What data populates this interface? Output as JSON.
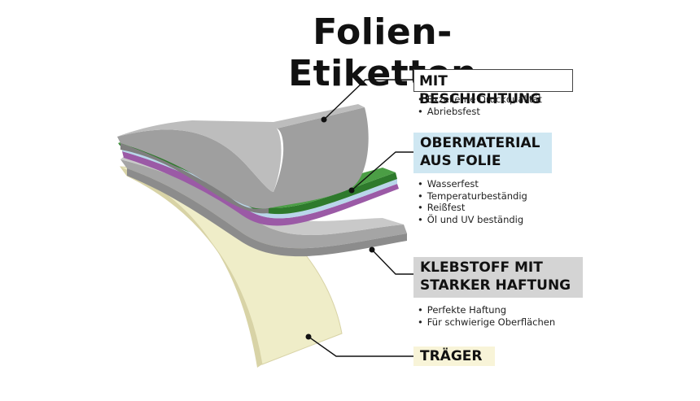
{
  "title": "Folien-Etiketten",
  "layers": [
    {
      "label_line1": "MIT BESCHICHTUNG",
      "label_line2": "",
      "bullets": [
        "Exzellente Druckqualität",
        "Abriebsfest"
      ],
      "color": "#9c9c9c"
    },
    {
      "label_line1": "OBERMATERIAL",
      "label_line2": "AUS FOLIE",
      "bullets": [
        "Wasserfest",
        "Temperaturbeständig",
        "Reißfest",
        "Öl und UV beständig"
      ],
      "color": "#3f8f3a"
    },
    {
      "label_line1": "KLEBSTOFF MIT",
      "label_line2": "STARKER HAFTUNG",
      "bullets": [
        "Perfekte Haftung",
        "Für schwierige Oberflächen"
      ],
      "color": "#a7a7a7"
    },
    {
      "label_line1": "TRÄGER",
      "label_line2": "",
      "bullets": [],
      "color": "#efedc8"
    }
  ],
  "colors": {
    "box_top": "#cfe7f2",
    "box_adhesive": "#d4d4d4",
    "box_carrier": "#f8f4d8",
    "accent_purple": "#9b5aa6",
    "accent_blue": "#b9d6ea"
  }
}
